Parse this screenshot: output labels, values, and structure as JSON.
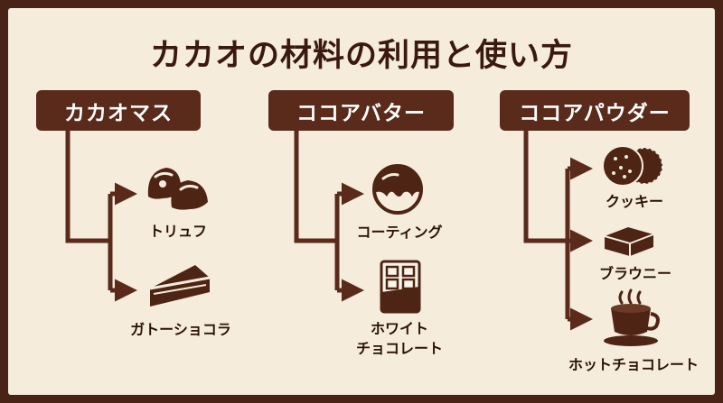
{
  "title": "カカオの材料の利用と使い方",
  "categories": [
    {
      "name": "カカオマス",
      "items": [
        {
          "label": "トリュフ",
          "icon": "truffle-icon"
        },
        {
          "label": "ガトーショコラ",
          "icon": "cake-slice-icon"
        }
      ]
    },
    {
      "name": "ココアバター",
      "items": [
        {
          "label": "コーティング",
          "icon": "chocolate-coated-ball-icon"
        },
        {
          "label_line1": "ホワイト",
          "label_line2": "チョコレート",
          "icon": "white-chocolate-bar-icon"
        }
      ]
    },
    {
      "name": "ココアパウダー",
      "items": [
        {
          "label": "クッキー",
          "icon": "cookies-icon"
        },
        {
          "label": "ブラウニー",
          "icon": "brownie-icon"
        },
        {
          "label": "ホットチョコレート",
          "icon": "hot-chocolate-cup-icon"
        }
      ]
    }
  ],
  "colors": {
    "brown": "#5a2a1a",
    "background": "#f5ecdc",
    "border": "#4a2317"
  }
}
